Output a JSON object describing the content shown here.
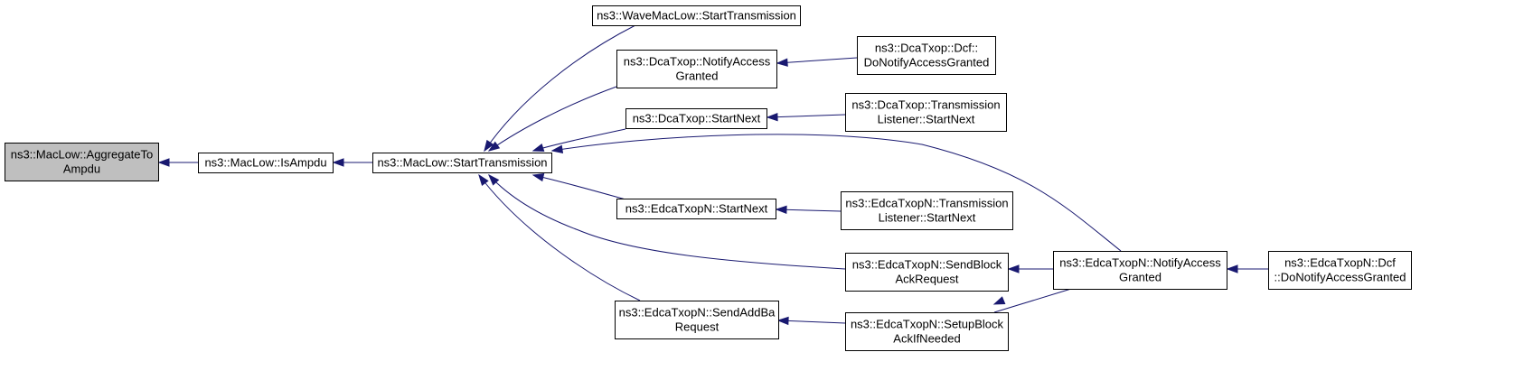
{
  "graph": {
    "title": "",
    "nodes": {
      "aggregate": {
        "lines": [
          "ns3::MacLow::AggregateTo",
          "Ampdu"
        ]
      },
      "isampdu": {
        "lines": [
          "ns3::MacLow::IsAmpdu"
        ]
      },
      "starttx": {
        "lines": [
          "ns3::MacLow::StartTransmission"
        ]
      },
      "wavestart": {
        "lines": [
          "ns3::WaveMacLow::StartTransmission"
        ]
      },
      "dcanotify": {
        "lines": [
          "ns3::DcaTxop::NotifyAccess",
          "Granted"
        ]
      },
      "dcadonotify": {
        "lines": [
          "ns3::DcaTxop::Dcf::",
          "DoNotifyAccessGranted"
        ]
      },
      "dcastartnext": {
        "lines": [
          "ns3::DcaTxop::StartNext"
        ]
      },
      "dcatlstart": {
        "lines": [
          "ns3::DcaTxop::Transmission",
          "Listener::StartNext"
        ]
      },
      "edcastartnext": {
        "lines": [
          "ns3::EdcaTxopN::StartNext"
        ]
      },
      "edcatlstart": {
        "lines": [
          "ns3::EdcaTxopN::Transmission",
          "Listener::StartNext"
        ]
      },
      "sendblockack": {
        "lines": [
          "ns3::EdcaTxopN::SendBlock",
          "AckRequest"
        ]
      },
      "edcanotify": {
        "lines": [
          "ns3::EdcaTxopN::NotifyAccess",
          "Granted"
        ]
      },
      "edcadonotify": {
        "lines": [
          "ns3::EdcaTxopN::Dcf",
          "::DoNotifyAccessGranted"
        ]
      },
      "sendaddba": {
        "lines": [
          "ns3::EdcaTxopN::SendAddBa",
          "Request"
        ]
      },
      "setupblockack": {
        "lines": [
          "ns3::EdcaTxopN::SetupBlock",
          "AckIfNeeded"
        ]
      }
    },
    "edges": [
      {
        "from": "isampdu",
        "to": "aggregate"
      },
      {
        "from": "starttx",
        "to": "isampdu"
      },
      {
        "from": "wavestart",
        "to": "starttx"
      },
      {
        "from": "dcanotify",
        "to": "starttx"
      },
      {
        "from": "dcastartnext",
        "to": "starttx"
      },
      {
        "from": "edcanotify",
        "to": "starttx"
      },
      {
        "from": "edcastartnext",
        "to": "starttx"
      },
      {
        "from": "sendblockack",
        "to": "starttx"
      },
      {
        "from": "sendaddba",
        "to": "starttx"
      },
      {
        "from": "dcadonotify",
        "to": "dcanotify"
      },
      {
        "from": "dcatlstart",
        "to": "dcastartnext"
      },
      {
        "from": "edcatlstart",
        "to": "edcastartnext"
      },
      {
        "from": "edcanotify",
        "to": "sendblockack"
      },
      {
        "from": "setupblockack",
        "to": "edcanotify"
      },
      {
        "from": "edcadonotify",
        "to": "edcanotify"
      },
      {
        "from": "setupblockack",
        "to": "sendaddba"
      }
    ],
    "colors": {
      "edge": "#191970",
      "root_fill": "#bfbfbf",
      "node_fill": "#ffffff",
      "border": "#000000"
    }
  }
}
